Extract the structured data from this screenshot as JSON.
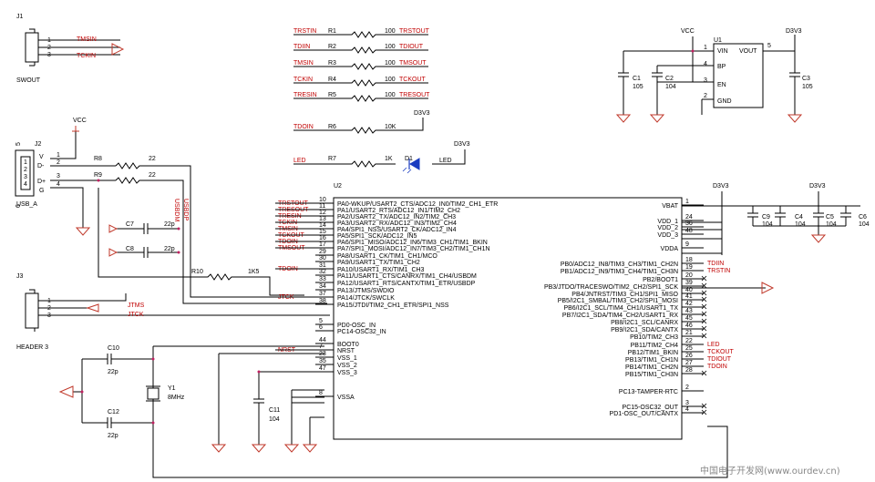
{
  "components": {
    "j1": {
      "ref": "J1",
      "name": "SWOUT",
      "pins": [
        "1",
        "2",
        "3"
      ],
      "nets": [
        "TMSIN",
        "TCKIN"
      ]
    },
    "j2": {
      "ref": "J2",
      "name": "USB_A",
      "pins": [
        "1",
        "2",
        "3",
        "4",
        "5",
        "6"
      ],
      "inner": [
        "1",
        "2",
        "3",
        "4"
      ],
      "sig": [
        "V",
        "D-",
        "D+",
        "G"
      ]
    },
    "j3": {
      "ref": "J3",
      "name": "HEADER 3",
      "pins": [
        "1",
        "2",
        "3"
      ],
      "nets": [
        "JTMS",
        "JTCK"
      ]
    },
    "u1": {
      "ref": "U1",
      "pins_l": [
        "VIN",
        "BP",
        "EN",
        "GND"
      ],
      "nums_l": [
        "1",
        "4",
        "3",
        "2"
      ],
      "pin_r": "VOUT",
      "num_r": "5"
    },
    "u2": {
      "ref": "U2"
    },
    "y1": {
      "ref": "Y1",
      "value": "8MHz"
    }
  },
  "rails": {
    "vcc": "VCC",
    "d3v3": "D3V3"
  },
  "resistors": [
    {
      "ref": "R1",
      "net_in": "TRSTIN",
      "value": "100",
      "net_out": "TRSTOUT"
    },
    {
      "ref": "R2",
      "net_in": "TDIIN",
      "value": "100",
      "net_out": "TDIOUT"
    },
    {
      "ref": "R3",
      "net_in": "TMSIN",
      "value": "100",
      "net_out": "TMSOUT"
    },
    {
      "ref": "R4",
      "net_in": "TCKIN",
      "value": "100",
      "net_out": "TCKOUT"
    },
    {
      "ref": "R5",
      "net_in": "TRESIN",
      "value": "100",
      "net_out": "TRESOUT"
    },
    {
      "ref": "R6",
      "net_in": "TDOIN",
      "value": "10K",
      "net_out": ""
    },
    {
      "ref": "R7",
      "net_in": "LED",
      "value": "1K",
      "net_out": ""
    }
  ],
  "r8": {
    "ref": "R8",
    "value": "22"
  },
  "r9": {
    "ref": "R9",
    "value": "22"
  },
  "r10": {
    "ref": "R10",
    "value": "1K5"
  },
  "d1": {
    "ref": "D1",
    "value": "LED"
  },
  "caps": [
    {
      "ref": "C1",
      "value": "105"
    },
    {
      "ref": "C2",
      "value": "104"
    },
    {
      "ref": "C3",
      "value": "105"
    },
    {
      "ref": "C7",
      "value": "22p"
    },
    {
      "ref": "C8",
      "value": "22p"
    },
    {
      "ref": "C10",
      "value": "22p"
    },
    {
      "ref": "C12",
      "value": "22p"
    },
    {
      "ref": "C11",
      "value": "104"
    },
    {
      "ref": "C9",
      "value": "104"
    },
    {
      "ref": "C4",
      "value": "104"
    },
    {
      "ref": "C5",
      "value": "104"
    },
    {
      "ref": "C6",
      "value": "104"
    }
  ],
  "usb_nets": [
    "USBDM",
    "USBDP"
  ],
  "u2_left": [
    {
      "num": "10",
      "label": "PA0-WKUP/USART2_CTS/ADC12_IN0/TIM2_CH1_ETR",
      "net": "TRSTOUT"
    },
    {
      "num": "11",
      "label": "PA1/USART2_RTS/ADC12_IN1/TIM2_CH2",
      "net": "TRESOUT"
    },
    {
      "num": "12",
      "label": "PA2/USART2_TX/ADC12_IN2/TIM2_CH3",
      "net": "TRESIN"
    },
    {
      "num": "13",
      "label": "PA3/USART2_RX/ADC12_IN3/TIM2_CH4",
      "net": "TCKIN"
    },
    {
      "num": "14",
      "label": "PA4/SPI1_NSS/USART2_CK/ADC12_IN4",
      "net": "TMSIN"
    },
    {
      "num": "15",
      "label": "PA5/SPI1_SCK/ADC12_IN5",
      "net": "TCKOUT"
    },
    {
      "num": "16",
      "label": "PA6/SPI1_MISO/ADC12_IN6/TIM3_CH1/TIM1_BKIN",
      "net": "TDOIN"
    },
    {
      "num": "17",
      "label": "PA7/SPI1_MOSI/ADC12_IN7/TIM3_CH2/TIM1_CH1N",
      "net": "TMSOUT"
    },
    {
      "num": "29",
      "label": "PA8/USART1_CK/TIM1_CH1/MCO",
      "net": ""
    },
    {
      "num": "30",
      "label": "PA9/USART1_TX/TIM1_CH2",
      "net": ""
    },
    {
      "num": "31",
      "label": "PA10/USART1_RX/TIM1_CH3",
      "net": "TDOIN"
    },
    {
      "num": "32",
      "label": "PA11/USART1_CTS/CANRX/TIM1_CH4/USBDM",
      "net": ""
    },
    {
      "num": "33",
      "label": "PA12/USART1_RTS/CANTX/TIM1_ETR/USBDP",
      "net": ""
    },
    {
      "num": "34",
      "label": "PA13/JTMS/SWDIO",
      "net": ""
    },
    {
      "num": "37",
      "label": "PA14/JTCK/SWCLK",
      "net": "JTCK"
    },
    {
      "num": "38",
      "label": "PA15/JTDI/TIM2_CH1_ETR/SPI1_NSS",
      "net": ""
    },
    {
      "num": "5",
      "label": "PD0-OSC_IN",
      "net": ""
    },
    {
      "num": "6",
      "label": "PC14-OSC32_IN",
      "net": ""
    },
    {
      "num": "44",
      "label": "BOOT0",
      "net": ""
    },
    {
      "num": "7",
      "label": "NRST",
      "net": "NRST"
    },
    {
      "num": "23",
      "label": "VSS_1",
      "net": ""
    },
    {
      "num": "35",
      "label": "VSS_2",
      "net": ""
    },
    {
      "num": "47",
      "label": "VSS_3",
      "net": ""
    },
    {
      "num": "8",
      "label": "VSSA",
      "net": ""
    }
  ],
  "u2_right": [
    {
      "num": "1",
      "label": "VBAT",
      "net": ""
    },
    {
      "num": "24",
      "label": "VDD_1",
      "net": ""
    },
    {
      "num": "36",
      "label": "VDD_2",
      "net": ""
    },
    {
      "num": "48",
      "label": "VDD_3",
      "net": ""
    },
    {
      "num": "9",
      "label": "VDDA",
      "net": ""
    },
    {
      "num": "18",
      "label": "PB0/ADC12_IN8/TIM3_CH3/TIM1_CH2N",
      "net": "TDIIN"
    },
    {
      "num": "19",
      "label": "PB1/ADC12_IN9/TIM3_CH4/TIM1_CH3N",
      "net": "TRSTIN"
    },
    {
      "num": "20",
      "label": "PB2/BOOT1",
      "net": ""
    },
    {
      "num": "39",
      "label": "PB3/JTDO/TRACESWO/TIM2_CH2/SPI1_SCK",
      "net": ""
    },
    {
      "num": "40",
      "label": "PB4/JNTRST/TIM3_CH1/SPI1_MISO",
      "net": ""
    },
    {
      "num": "41",
      "label": "PB5/I2C1_SMBAL/TIM3_CH2/SPI1_MOSI",
      "net": ""
    },
    {
      "num": "42",
      "label": "PB6/I2C1_SCL/TIM4_CH1/USART1_TX",
      "net": ""
    },
    {
      "num": "43",
      "label": "PB7/I2C1_SDA/TIM4_CH2/USART1_RX",
      "net": ""
    },
    {
      "num": "45",
      "label": "PB8/I2C1_SCL/CANRX",
      "net": ""
    },
    {
      "num": "46",
      "label": "PB9/I2C1_SDA/CANTX",
      "net": ""
    },
    {
      "num": "21",
      "label": "PB10/TIM2_CH3",
      "net": ""
    },
    {
      "num": "22",
      "label": "PB11/TIM2_CH4",
      "net": "LED"
    },
    {
      "num": "25",
      "label": "PB12/TIM1_BKIN",
      "net": "TCKOUT"
    },
    {
      "num": "26",
      "label": "PB13/TIM1_CH1N",
      "net": "TDIOUT"
    },
    {
      "num": "27",
      "label": "PB14/TIM1_CH2N",
      "net": "TDOIN"
    },
    {
      "num": "28",
      "label": "PB15/TIM1_CH3N",
      "net": ""
    },
    {
      "num": "2",
      "label": "PC13-TAMPER-RTC",
      "net": ""
    },
    {
      "num": "3",
      "label": "PC15-OSC32_OUT",
      "net": ""
    },
    {
      "num": "4",
      "label": "PD1-OSC_OUT/CANTX",
      "net": ""
    }
  ],
  "watermark": "中国电子开发网(www.ourdev.cn)"
}
